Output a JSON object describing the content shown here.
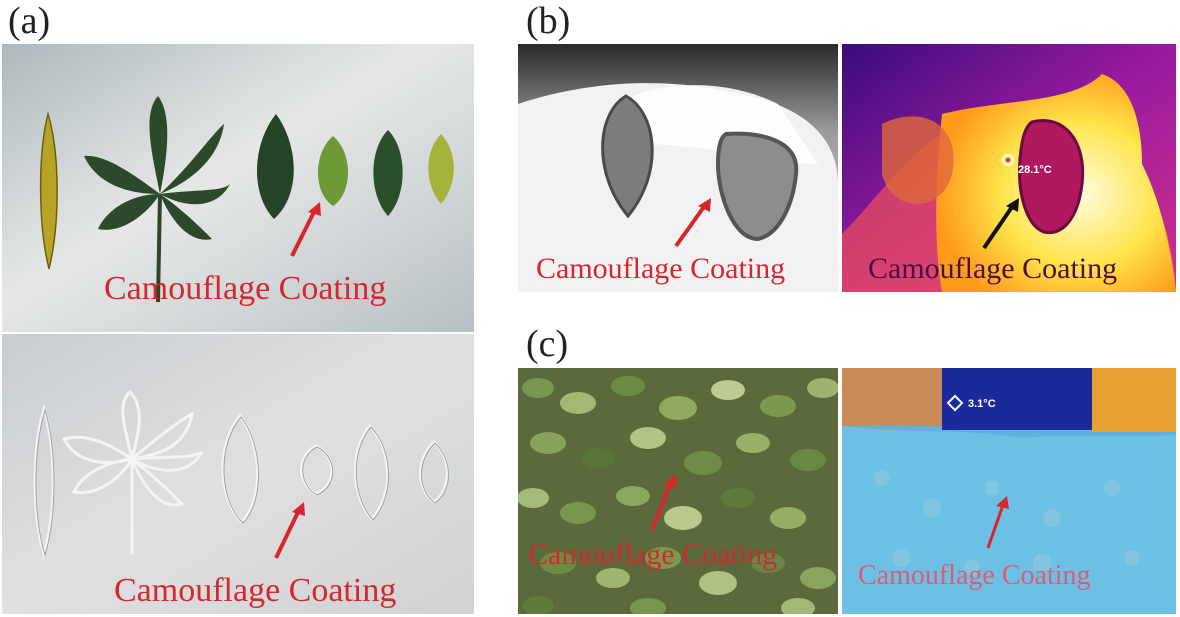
{
  "figure": {
    "panel_labels": {
      "a": "(a)",
      "b": "(b)",
      "c": "(c)"
    },
    "captions": {
      "a_top": "Camouflage Coating",
      "a_bottom": "Camouflage Coating",
      "b_left": "Camouflage Coating",
      "b_right": "Camouflage Coating",
      "c_left": "Camouflage Coating",
      "c_right": "Camouflage Coating"
    },
    "temperature_readouts": {
      "b_thermal": "28.1°C",
      "c_thermal": "3.1°C"
    },
    "colors": {
      "caption_red": "#d8262f",
      "caption_dark": "#4a1040",
      "caption_pink": "#e05a78",
      "arrow_red": "#d8262f",
      "arrow_black": "#111111"
    },
    "icons": [
      "arrow-icon",
      "crosshair-marker-icon"
    ]
  }
}
